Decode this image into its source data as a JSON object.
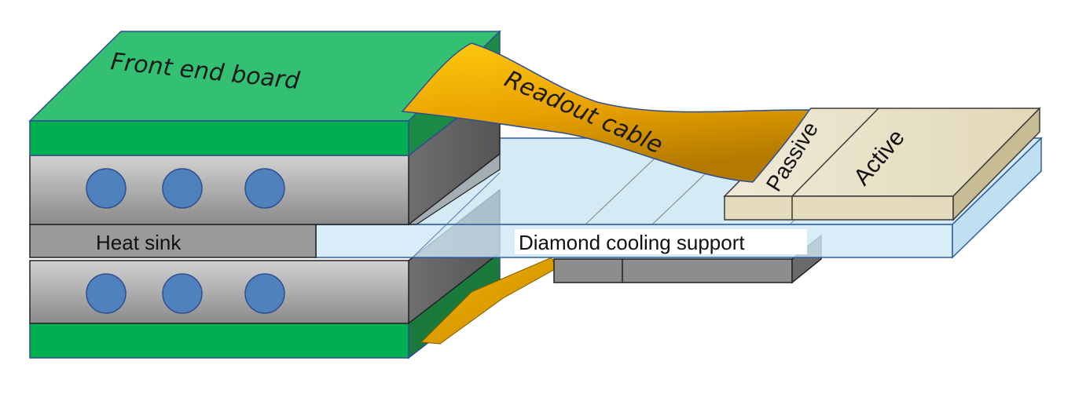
{
  "labels": {
    "front_end_board": "Front end board",
    "readout_cable": "Readout cable",
    "heat_sink": "Heat sink",
    "diamond_cooling_support": "Diamond cooling support",
    "passive": "Passive",
    "active": "Active"
  },
  "colors": {
    "board_green": "#00b050",
    "board_green_top": "#33c072",
    "cable_gold": "#f5b800",
    "heat_sink_grey": "#9a9a9a",
    "cooling_dots": "#4f81bd",
    "diamond_blue": "#c5e3f2",
    "sensor_beige": "#ede6cf"
  }
}
